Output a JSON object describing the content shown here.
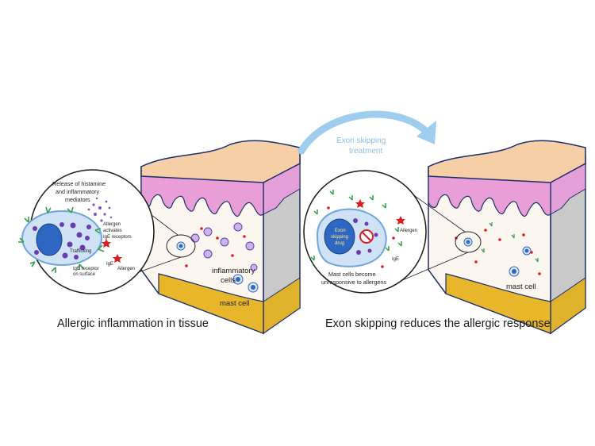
{
  "figure": {
    "arrow_label_line1": "Exon skipping",
    "arrow_label_line2": "treatment",
    "left": {
      "caption": "Allergic inflammation in tissue",
      "inset": {
        "release_line1": "Release of histamine",
        "release_line2": "and inflammatory",
        "release_line3": "mediators",
        "allergen_activates_line1": "Allergen",
        "allergen_activates_line2": "activates",
        "allergen_activates_line3": "IgE receptors",
        "trafficking": "Trafficking",
        "ige_receptor_line1": "IgE receptor",
        "ige_receptor_line2": "on surface",
        "ige": "IgE",
        "allergen": "Allergen"
      },
      "inflammatory_line1": "inflammatory",
      "inflammatory_line2": "cells",
      "mast_cell": "mast cell"
    },
    "right": {
      "caption": "Exon skipping reduces the allergic response",
      "inset": {
        "drug_line1": "Exon",
        "drug_line2": "skipping",
        "drug_line3": "drug",
        "allergen": "Allergen",
        "ige": "IgE",
        "unresponsive_line1": "Mast cells become",
        "unresponsive_line2": "unresponsive to allergens"
      },
      "mast_cell": "mast cell"
    },
    "colors": {
      "skin_top": "#f6cfa6",
      "epidermis_pink": "#ea9ed8",
      "dermis": "#fbf6ef",
      "fat_layer": "#e7b62a",
      "side_grey": "#c9c9c9",
      "cell_blue": "#2e67c2",
      "granule_purple": "#6a3cb0",
      "allergen_red": "#e02020",
      "ige_green": "#35a04a",
      "arrow_blue": "#9fcdf0"
    }
  }
}
